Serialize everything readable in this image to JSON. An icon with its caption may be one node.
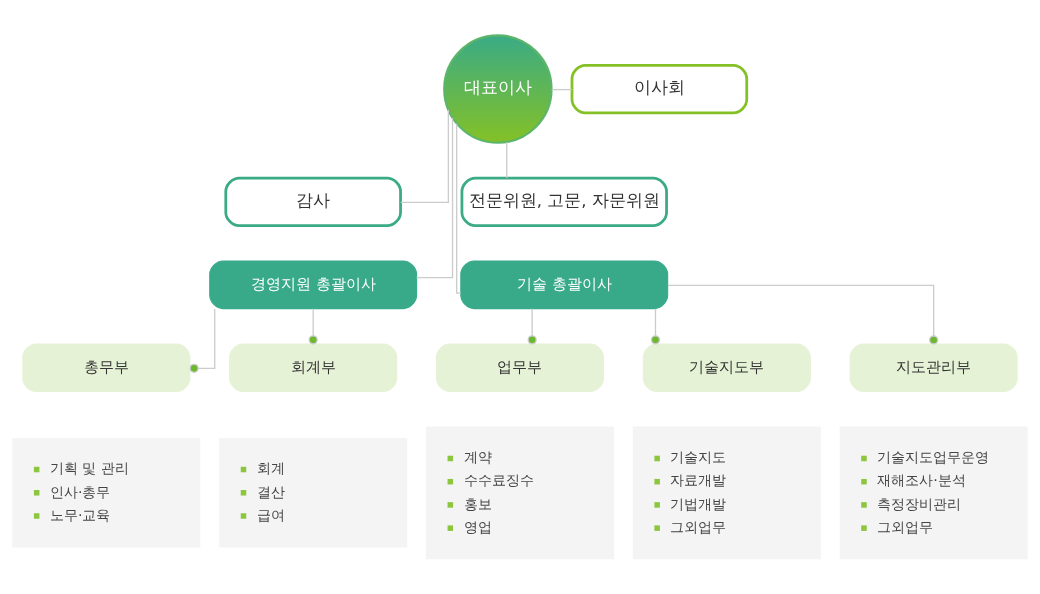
{
  "diagram": {
    "nodes": [
      {
        "text": [
          "대표이사"
        ]
      },
      {
        "text": [
          "이사회"
        ]
      },
      {
        "text": [
          "감사"
        ]
      },
      {
        "text": [
          "전문위원, 고문, 자문위원"
        ]
      },
      {
        "text": [
          "경영지원 총괄이사"
        ]
      },
      {
        "text": [
          "기술 총괄이사"
        ]
      },
      {
        "text": [
          "총무부"
        ]
      },
      {
        "text": [
          "회계부"
        ]
      },
      {
        "text": [
          "업무부"
        ]
      },
      {
        "text": [
          "기술지도부"
        ]
      },
      {
        "text": [
          "지도관리부"
        ]
      },
      {
        "text": [
          "기획 및 관리",
          "인사·총무",
          "노무·교육"
        ]
      },
      {
        "text": [
          "회계",
          "결산",
          "급여"
        ]
      },
      {
        "text": [
          "계약",
          "수수료징수",
          "홍보",
          "영업"
        ]
      },
      {
        "text": [
          "기술지도",
          "자료개발",
          "기법개발",
          "그외업무"
        ]
      },
      {
        "text": [
          "기술지도업무운영",
          "재해조사·분석",
          "측정장비관리",
          "그외업무"
        ]
      }
    ],
    "edges": [
      {
        "from": 0,
        "to": 1,
        "arrow": "none"
      },
      {
        "from": 0,
        "to": 2,
        "arrow": "none"
      },
      {
        "from": 0,
        "to": 3,
        "arrow": "none"
      },
      {
        "from": 0,
        "to": 4,
        "arrow": "none"
      },
      {
        "from": 0,
        "to": 5,
        "arrow": "none"
      },
      {
        "from": 4,
        "to": 6,
        "arrow": "other"
      },
      {
        "from": 4,
        "to": 7,
        "arrow": "other"
      },
      {
        "from": 5,
        "to": 8,
        "arrow": "other"
      },
      {
        "from": 5,
        "to": 9,
        "arrow": "other"
      },
      {
        "from": 5,
        "to": 10,
        "arrow": "other"
      }
    ]
  }
}
